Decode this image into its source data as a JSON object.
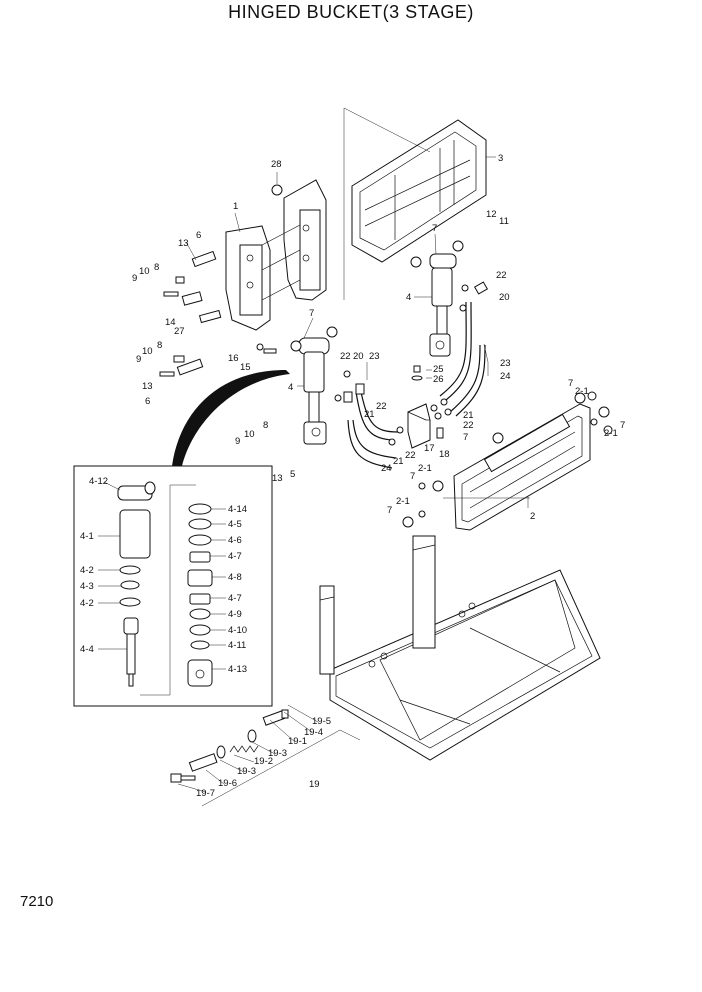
{
  "title": "HINGED BUCKET(3 STAGE)",
  "page_number": "7210",
  "callouts": {
    "c_1": "1",
    "c_2": "2",
    "c_3": "3",
    "c_4a": "4",
    "c_4b": "4",
    "c_5": "5",
    "c_6a": "6",
    "c_6b": "6",
    "c_7_top": "7",
    "c_7_mid": "7",
    "c_7_right1": "7",
    "c_7_right2": "7",
    "c_7_carr": "7",
    "c_7_left1": "7",
    "c_7_left2": "7",
    "c_8a": "8",
    "c_8b": "8",
    "c_8c": "8",
    "c_9a": "9",
    "c_9b": "9",
    "c_9c": "9",
    "c_10a": "10",
    "c_10b": "10",
    "c_10c": "10",
    "c_11": "11",
    "c_12": "12",
    "c_13a": "13",
    "c_13b": "13",
    "c_13c": "13",
    "c_14": "14",
    "c_15": "15",
    "c_16": "16",
    "c_17": "17",
    "c_18": "18",
    "c_19": "19",
    "c_19_1": "19-1",
    "c_19_2": "19-2",
    "c_19_3a": "19-3",
    "c_19_3b": "19-3",
    "c_19_4": "19-4",
    "c_19_5": "19-5",
    "c_19_6": "19-6",
    "c_19_7": "19-7",
    "c_20a": "20",
    "c_20b": "20",
    "c_21a": "21",
    "c_21b": "21",
    "c_21c": "21",
    "c_22a": "22",
    "c_22b": "22",
    "c_22c": "22",
    "c_22d": "22",
    "c_22e": "22",
    "c_23a": "23",
    "c_23b": "23",
    "c_24a": "24",
    "c_24b": "24",
    "c_25": "25",
    "c_26": "26",
    "c_27": "27",
    "c_28": "28",
    "c_2_1a": "2-1",
    "c_2_1b": "2-1",
    "c_2_1c": "2-1",
    "c_2_1d": "2-1",
    "d_4_12": "4-12",
    "d_4_1": "4-1",
    "d_4_2a": "4-2",
    "d_4_3": "4-3",
    "d_4_2b": "4-2",
    "d_4_4": "4-4",
    "d_4_14": "4-14",
    "d_4_5": "4-5",
    "d_4_6": "4-6",
    "d_4_7a": "4-7",
    "d_4_8": "4-8",
    "d_4_7b": "4-7",
    "d_4_9": "4-9",
    "d_4_10": "4-10",
    "d_4_11": "4-11",
    "d_4_13": "4-13"
  }
}
